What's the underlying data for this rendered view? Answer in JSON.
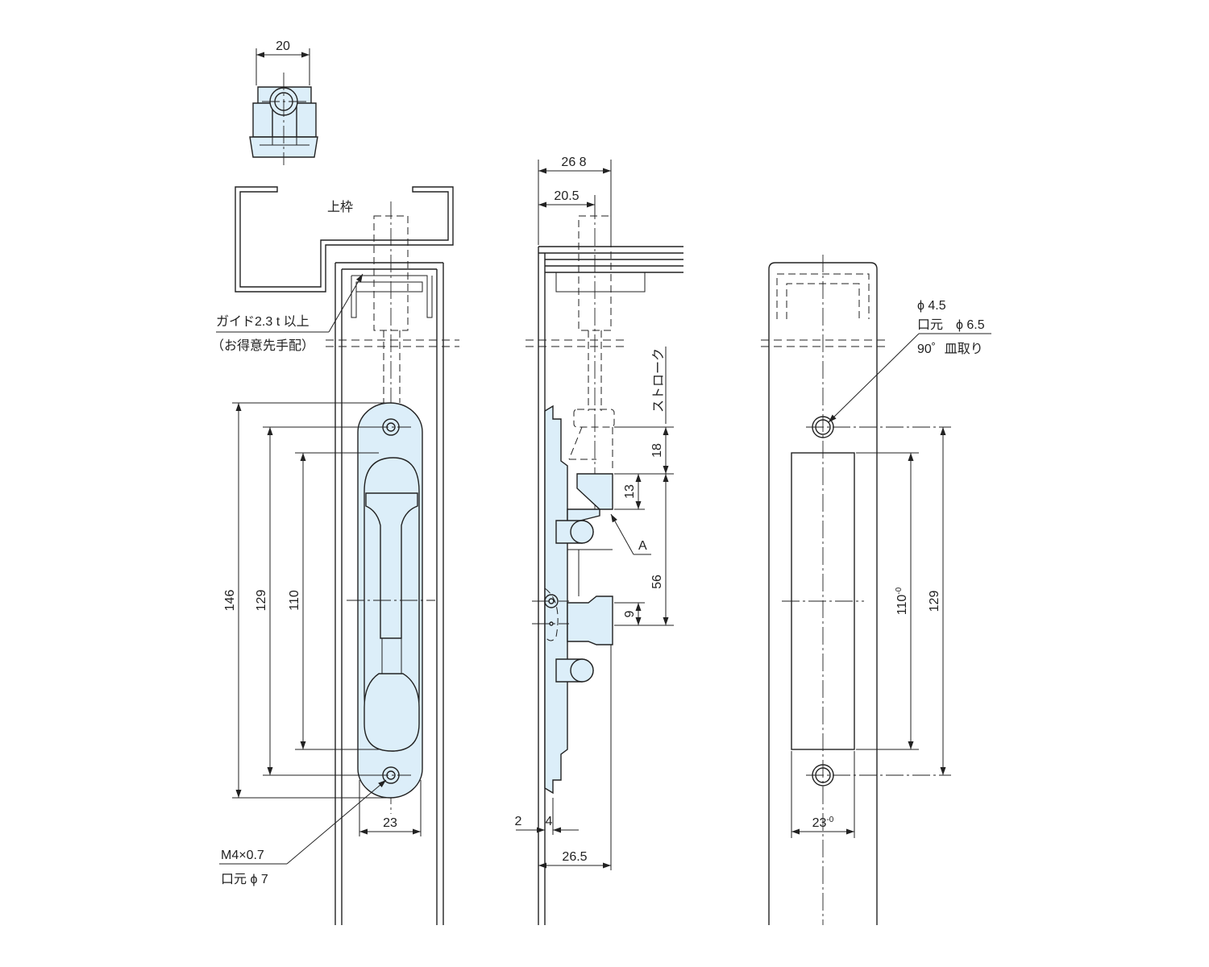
{
  "colors": {
    "line": "#222222",
    "part_fill": "#dceef9",
    "background": "#ffffff"
  },
  "labels": {
    "upper_frame": "上枠",
    "guide_line1": "ガイド2.3 t 以上",
    "guide_line2": "（お得意先手配）",
    "screw_line1": "M4×0.7",
    "screw_line2": "口元 ϕ 7",
    "stroke": "ストローク",
    "point_a": "A",
    "hole_line1": "ϕ 4.5",
    "hole_line2": "口元　ϕ 6.5",
    "hole_line3": "90゜皿取り"
  },
  "dimensions": {
    "top_width": "20",
    "front_146": "146",
    "front_129": "129",
    "front_110": "110",
    "front_23": "23",
    "side_26_8": "26 8",
    "side_20_5": "20.5",
    "side_18": "18",
    "side_13": "13",
    "side_56": "56",
    "side_9": "9",
    "side_2": "2",
    "side_4": "4",
    "side_26_5": "26.5",
    "right_110": "110",
    "right_110_tol": "-0",
    "right_129": "129",
    "right_23": "23",
    "right_23_tol": "-0"
  }
}
